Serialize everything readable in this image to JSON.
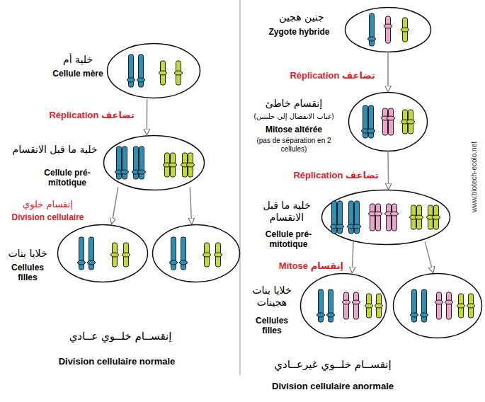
{
  "diagram": {
    "nodes": [
      {
        "text": [
          "خلية أم",
          "Cellule mère"
        ]
      },
      {
        "text": [
          "خلية ما قبل الانقسام",
          "Cellule pré-mitotique"
        ]
      },
      {
        "text": [
          "خلايا بنات",
          "Cellules filles"
        ]
      },
      {
        "text": []
      },
      {
        "text": [
          "جنين هجين",
          "Zygote hybride"
        ]
      },
      {
        "text": [
          "إنقسام خاطئ",
          "(غياب الانفصال إلى خليتين)",
          "Mitose altérée",
          "(pas de séparation en 2 cellules)"
        ]
      },
      {
        "text": [
          "خلية ما قبل الانقسام",
          "Cellule pré-mitotique"
        ]
      },
      {
        "text": [
          "خلايا بنات هجينات",
          "Cellules filles"
        ]
      },
      {
        "text": []
      }
    ],
    "edges": [
      {
        "from": 0,
        "to": 1,
        "arrow": "to",
        "label": "Réplication تضاعف"
      },
      {
        "from": 1,
        "to": 2,
        "arrow": "to"
      },
      {
        "from": 1,
        "to": 3,
        "arrow": "to"
      },
      {
        "from": 4,
        "to": 5,
        "arrow": "to",
        "label": "Réplication تضاعف"
      },
      {
        "from": 5,
        "to": 6,
        "arrow": "to",
        "label": "Réplication تضاعف"
      },
      {
        "from": 6,
        "to": 7,
        "arrow": "to",
        "label": "Mitose إنقسام"
      },
      {
        "from": 6,
        "to": 8,
        "arrow": "to"
      }
    ],
    "labels": [
      "إنقسام خلوي",
      "Division cellulaire",
      "إنقســام خلــوي عــادي",
      "Division cellulaire normale",
      "إنقســام خلــوي غيرعــادي",
      "Division cellulaire anormale",
      "www.biotech-ecolo.net"
    ]
  }
}
